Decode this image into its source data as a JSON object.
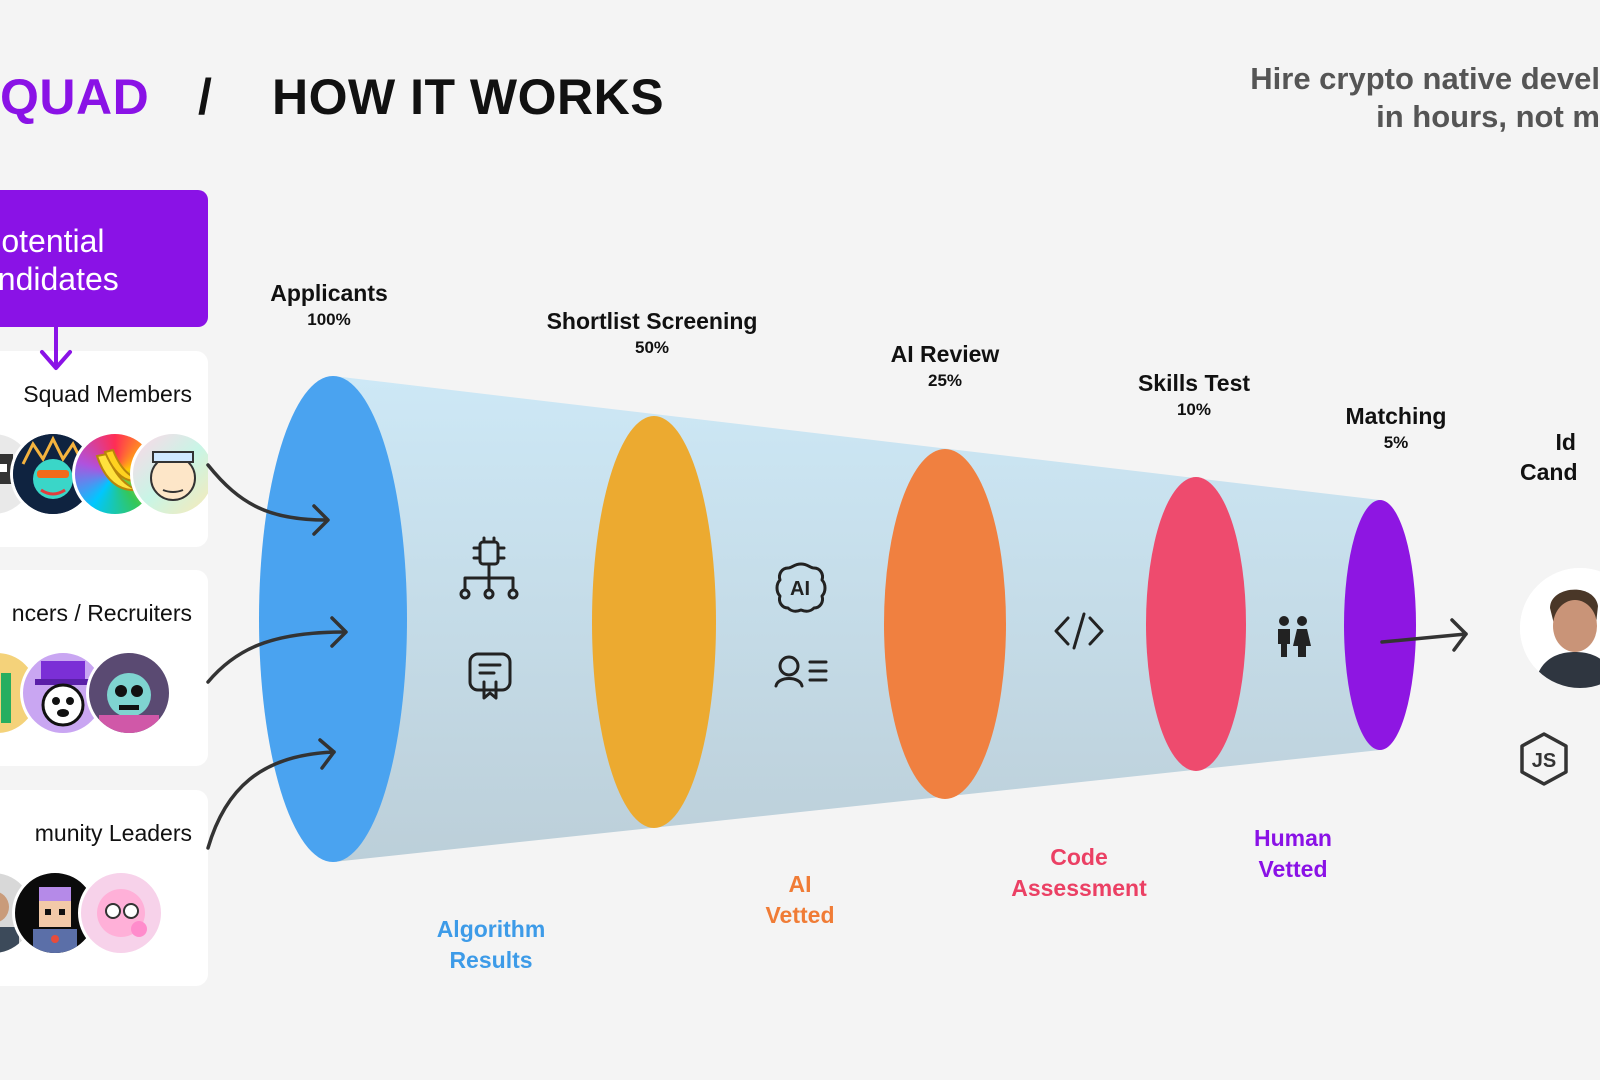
{
  "header": {
    "brand": "QUAD",
    "separator": "/",
    "title": "HOW IT WORKS",
    "tagline_line1": "Hire crypto native devel",
    "tagline_line2": "in hours, not m"
  },
  "sources": {
    "box_line1": "Potential",
    "box_line2": "andidates",
    "cards": [
      {
        "label": "Squad Members"
      },
      {
        "label": "ncers / Recruiters"
      },
      {
        "label": "munity Leaders"
      }
    ]
  },
  "stages": [
    {
      "name": "Applicants",
      "percent": "100%",
      "color": "#4aa3f0"
    },
    {
      "name": "Shortlist Screening",
      "percent": "50%",
      "color": "#ecaa30"
    },
    {
      "name": "AI Review",
      "percent": "25%",
      "color": "#f08040"
    },
    {
      "name": "Skills Test",
      "percent": "10%",
      "color": "#ee4b6e"
    },
    {
      "name": "Matching",
      "percent": "5%",
      "color": "#8e16e2"
    }
  ],
  "methods": [
    {
      "line1": "Algorithm",
      "line2": "Results",
      "color": "#3d9be8",
      "icons": [
        "chip-network-icon",
        "certificate-icon"
      ]
    },
    {
      "line1": "AI",
      "line2": "Vetted",
      "color": "#f07c36",
      "icons": [
        "ai-brain-icon",
        "profile-list-icon"
      ]
    },
    {
      "line1": "Code",
      "line2": "Assessment",
      "color": "#eb4064",
      "icons": [
        "code-icon"
      ]
    },
    {
      "line1": "Human",
      "line2": "Vetted",
      "color": "#8a12e6",
      "icons": [
        "people-icon"
      ]
    }
  ],
  "result": {
    "line1": "Id",
    "line2": "Cand",
    "icon": "nodejs-icon"
  },
  "colors": {
    "brand": "#8a12e6",
    "background": "#f4f4f4",
    "funnel_top": "#cde8f6",
    "funnel_bottom": "#bdd0da"
  }
}
